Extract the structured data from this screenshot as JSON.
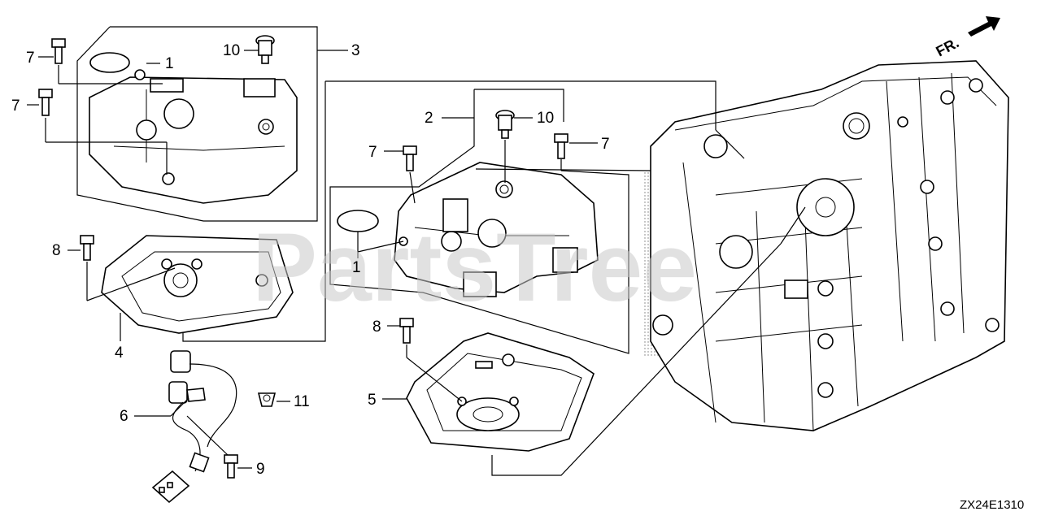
{
  "watermark": "PartsTree",
  "direction_label": "FR.",
  "diagram_code": "ZX24E1310",
  "callouts": {
    "c1a": "1",
    "c1b": "1",
    "c2": "2",
    "c3": "3",
    "c4": "4",
    "c5": "5",
    "c6": "6",
    "c7a": "7",
    "c7b": "7",
    "c7c": "7",
    "c7d": "7",
    "c8a": "8",
    "c8b": "8",
    "c9": "9",
    "c10a": "10",
    "c10b": "10",
    "c11": "11"
  }
}
